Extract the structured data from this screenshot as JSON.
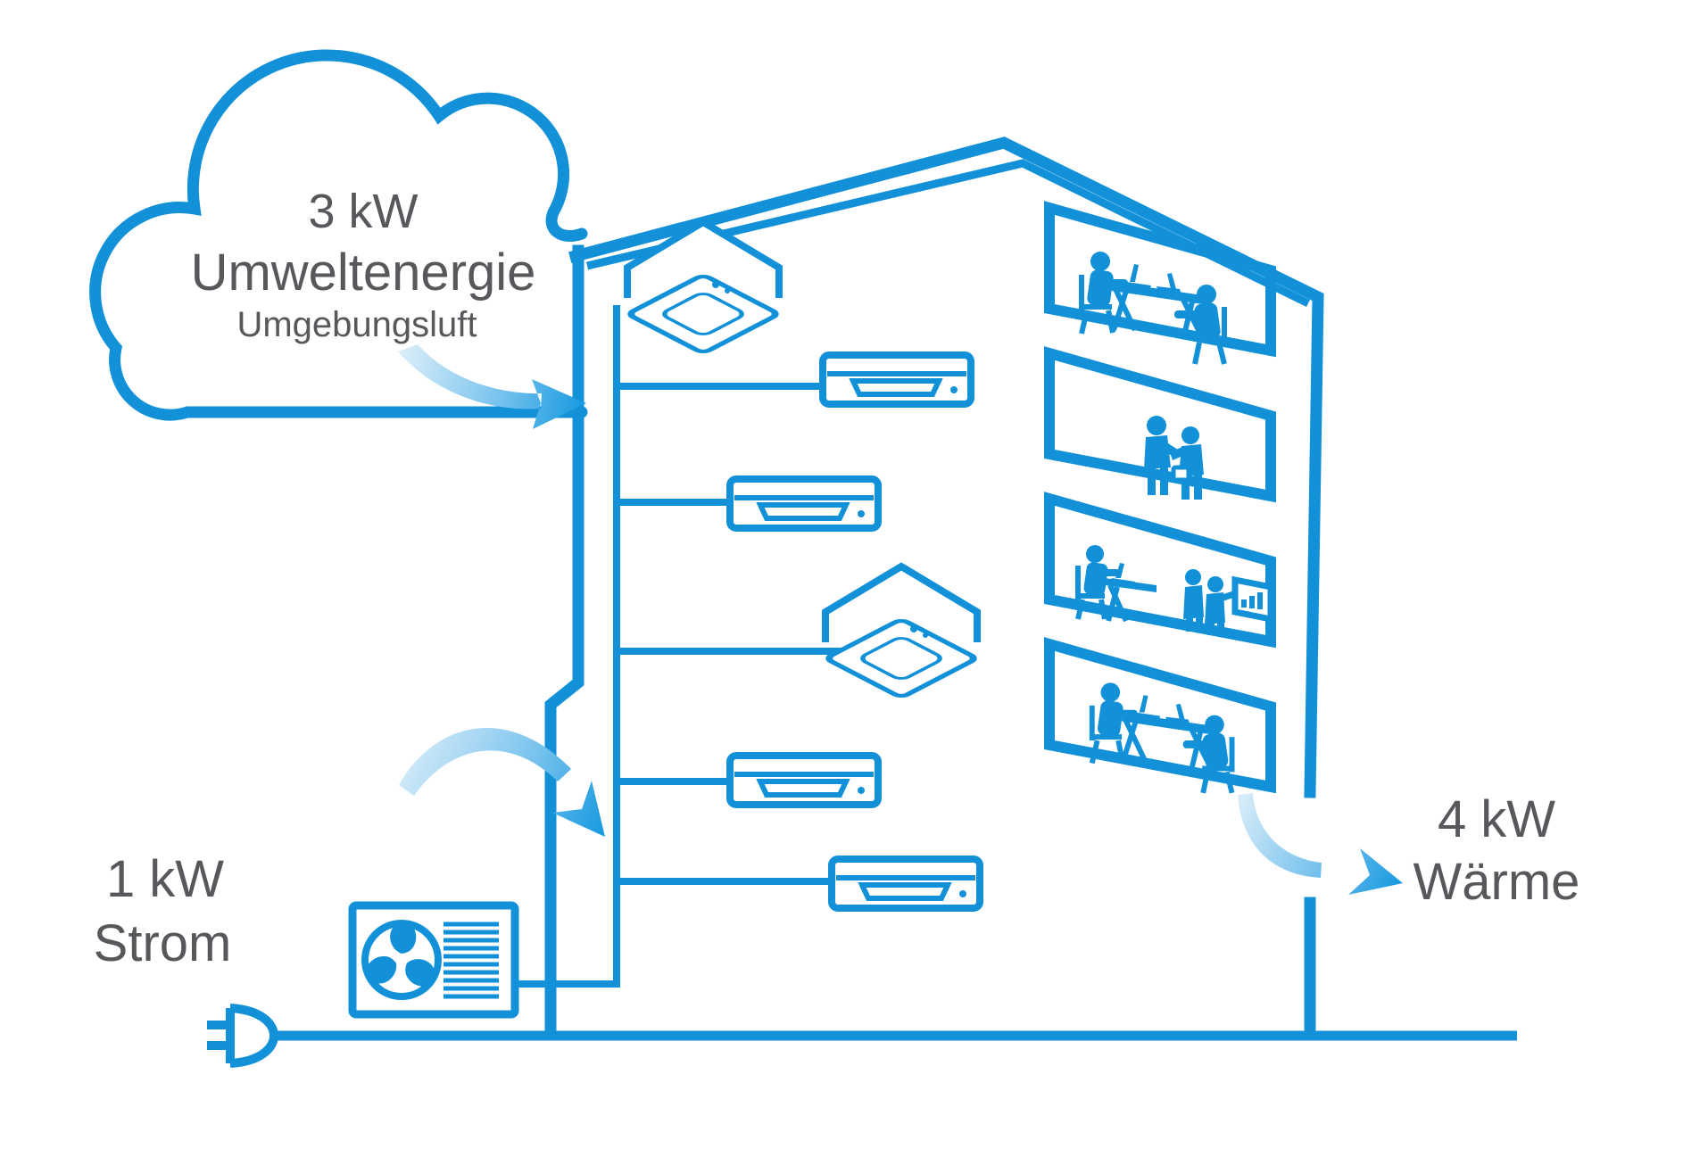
{
  "colors": {
    "primary": "#1291d9",
    "text_gray": "#57585b",
    "arrow_gradient_light": "#d9edf9",
    "arrow_gradient_mid": "#79c3ee",
    "arrow_gradient_dark": "#189ae0",
    "background": "#ffffff"
  },
  "cloud": {
    "value": "3 kW",
    "label": "Umweltenergie",
    "sublabel": "Umgebungsluft"
  },
  "electricity": {
    "value": "1 kW",
    "label": "Strom"
  },
  "heat": {
    "value": "4 kW",
    "label": "Wärme"
  },
  "energy_balance": {
    "ambient_energy_input_kw": 3,
    "electricity_input_kw": 1,
    "heat_output_kw": 4
  },
  "building": {
    "floors": 4,
    "indoor_ceiling_cassette_units": 2,
    "indoor_wall_mounted_units": 4,
    "outdoor_units": 1,
    "window_scenes": [
      "two people seated at a table with laptops",
      "two people shaking hands",
      "person at laptop desk, two people at a bar-chart presentation board",
      "two people seated at a table with laptops"
    ]
  },
  "icons": {
    "cloud": "cloud-outline",
    "plug": "power-plug-icon",
    "fan": "fan-icon",
    "flow_arrows": 3
  }
}
